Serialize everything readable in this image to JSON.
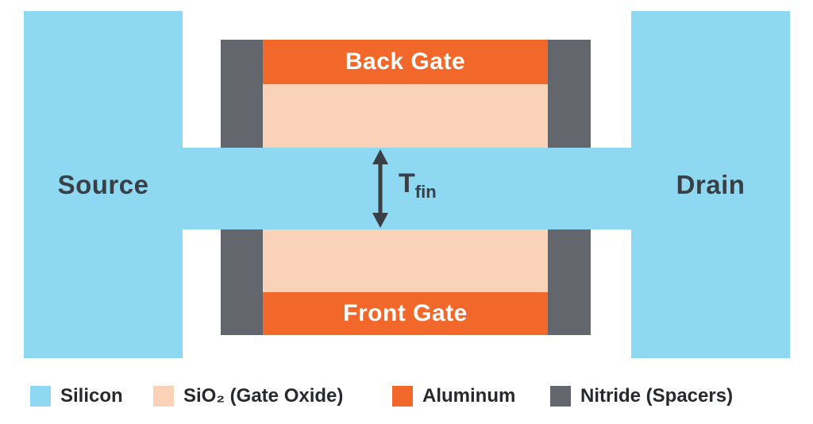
{
  "colors": {
    "silicon": "#8fd8f2",
    "sio2": "#fad2b8",
    "aluminum": "#f2682a",
    "nitride": "#63666c",
    "text_dark": "#3a3e45",
    "gate_text": "#ffffff"
  },
  "diagram": {
    "source_label": "Source",
    "drain_label": "Drain",
    "back_gate_label": "Back Gate",
    "front_gate_label": "Front Gate",
    "tfin_main": "T",
    "tfin_sub": "fin"
  },
  "legend": {
    "items": [
      {
        "label": "Silicon",
        "color": "#8fd8f2"
      },
      {
        "label": "SiO₂ (Gate Oxide)",
        "color": "#fad2b8"
      },
      {
        "label": "Aluminum",
        "color": "#f2682a"
      },
      {
        "label": "Nitride (Spacers)",
        "color": "#63666c"
      }
    ]
  }
}
